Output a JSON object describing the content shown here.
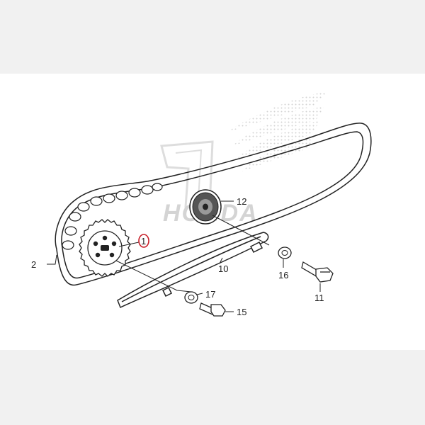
{
  "diagram": {
    "callouts": {
      "c1": "1",
      "c2": "2",
      "c10": "10",
      "c11": "11",
      "c12": "12",
      "c15": "15",
      "c16": "16",
      "c17": "17"
    },
    "watermark": "HONDA",
    "highlight_color": "#c8202a",
    "line_color": "#222222",
    "watermark_color": "#d2d2d2"
  }
}
